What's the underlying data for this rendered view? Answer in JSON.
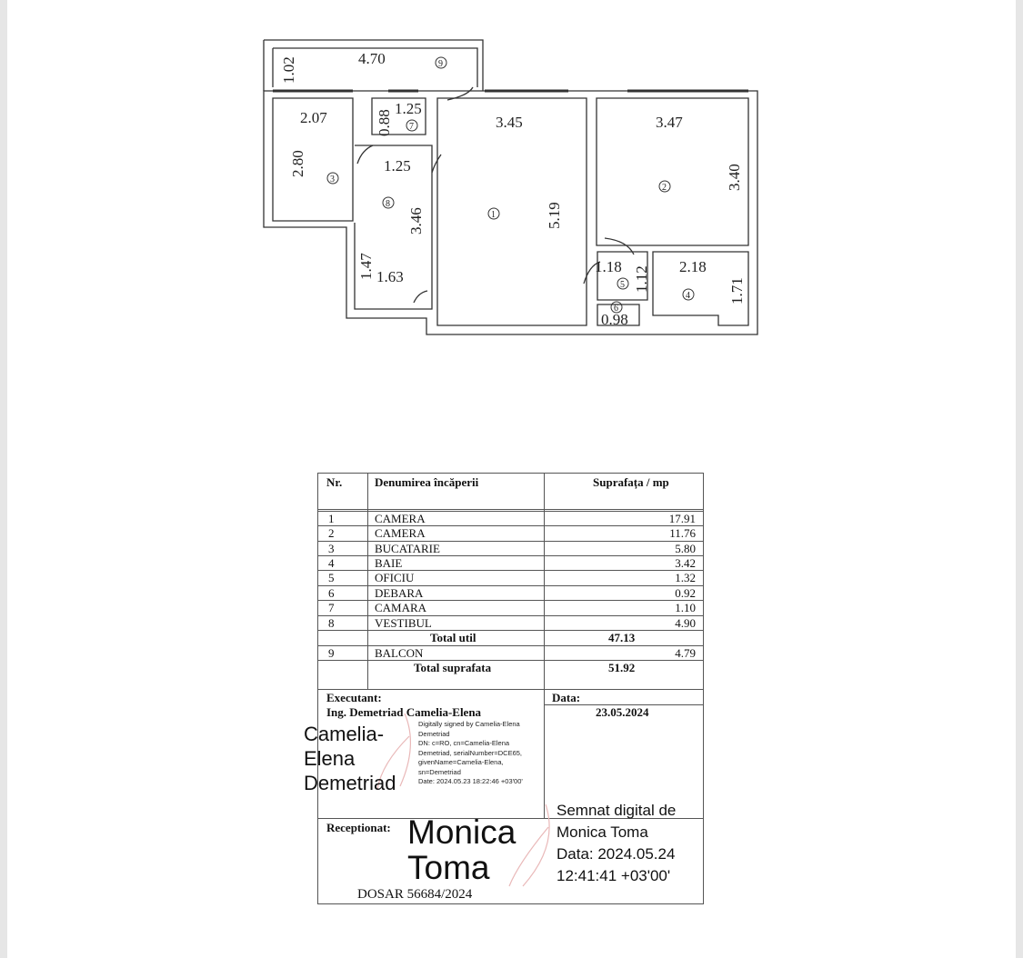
{
  "floor_plan": {
    "dimensions": [
      "1.02",
      "4.70",
      "2.07",
      "2.80",
      "0.88",
      "1.25",
      "1.25",
      "3.46",
      "1.47",
      "1.63",
      "3.45",
      "5.19",
      "3.47",
      "3.40",
      "1.18",
      "1.12",
      "2.18",
      "1.71",
      "0.98"
    ],
    "room_numbers": [
      "1",
      "2",
      "3",
      "4",
      "5",
      "6",
      "7",
      "8",
      "9"
    ]
  },
  "table": {
    "headers": {
      "nr": "Nr.",
      "name": "Denumirea încăperii",
      "area": "Suprafața / mp"
    },
    "rows": [
      {
        "nr": "1",
        "name": "CAMERA",
        "area": "17.91"
      },
      {
        "nr": "2",
        "name": "CAMERA",
        "area": "11.76"
      },
      {
        "nr": "3",
        "name": "BUCATARIE",
        "area": "5.80"
      },
      {
        "nr": "4",
        "name": "BAIE",
        "area": "3.42"
      },
      {
        "nr": "5",
        "name": "OFICIU",
        "area": "1.32"
      },
      {
        "nr": "6",
        "name": "DEBARA",
        "area": "0.92"
      },
      {
        "nr": "7",
        "name": "CAMARA",
        "area": "1.10"
      },
      {
        "nr": "8",
        "name": "VESTIBUL",
        "area": "4.90"
      }
    ],
    "total_util": {
      "label": "Total util",
      "value": "47.13"
    },
    "balcony": {
      "nr": "9",
      "name": "BALCON",
      "area": "4.79"
    },
    "total": {
      "label": "Total suprafata",
      "value": "51.92"
    },
    "executant_label": "Executant:",
    "executant_name": "Ing. Demetriad Camelia-Elena",
    "data_label": "Data:",
    "date": "23.05.2024",
    "receptionat_label": "Receptionat:",
    "dosar": "DOSAR 56684/2024"
  },
  "signature1": {
    "name_lines": [
      "Camelia-",
      "Elena",
      "Demetriad"
    ],
    "details": [
      "Digitally signed by Camelia-Elena",
      "Demetriad",
      "DN: c=RO, cn=Camelia-Elena",
      "Demetriad, serialNumber=DCE65,",
      "givenName=Camelia-Elena,",
      "sn=Demetriad",
      "Date: 2024.05.23 18:22:46 +03'00'"
    ]
  },
  "signature2": {
    "name_lines": [
      "Monica",
      "Toma"
    ],
    "details": [
      "Semnat digital de",
      "Monica Toma",
      "Data: 2024.05.24",
      "12:41:41 +03'00'"
    ]
  }
}
